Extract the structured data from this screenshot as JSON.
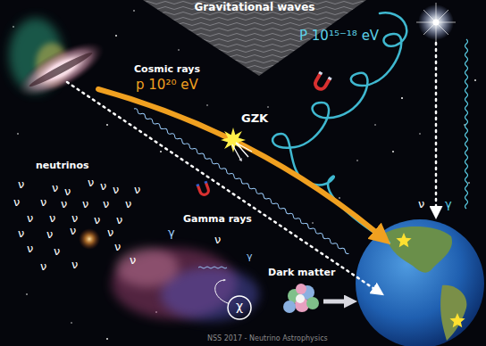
{
  "diagram": {
    "labels": [
      "Gravitational waves",
      "P 10¹⁵⁻¹⁸ eV",
      "Cosmic rays",
      "p 10²⁰ eV",
      "GZK",
      "neutrinos",
      "ν",
      "ν",
      "ν",
      "ν",
      "ν",
      "ν",
      "ν",
      "ν",
      "ν",
      "ν",
      "ν",
      "ν",
      "ν",
      "ν",
      "ν",
      "ν",
      "ν",
      "ν",
      "ν",
      "ν",
      "ν",
      "ν",
      "ν",
      "ν",
      "ν",
      "ν",
      "ν",
      "ν",
      "Gamma rays",
      "γ",
      "ν",
      "γ",
      "ν",
      "γ",
      "Dark matter",
      "χ",
      "NSS 2017 - Neutrino Astrophysics"
    ]
  }
}
